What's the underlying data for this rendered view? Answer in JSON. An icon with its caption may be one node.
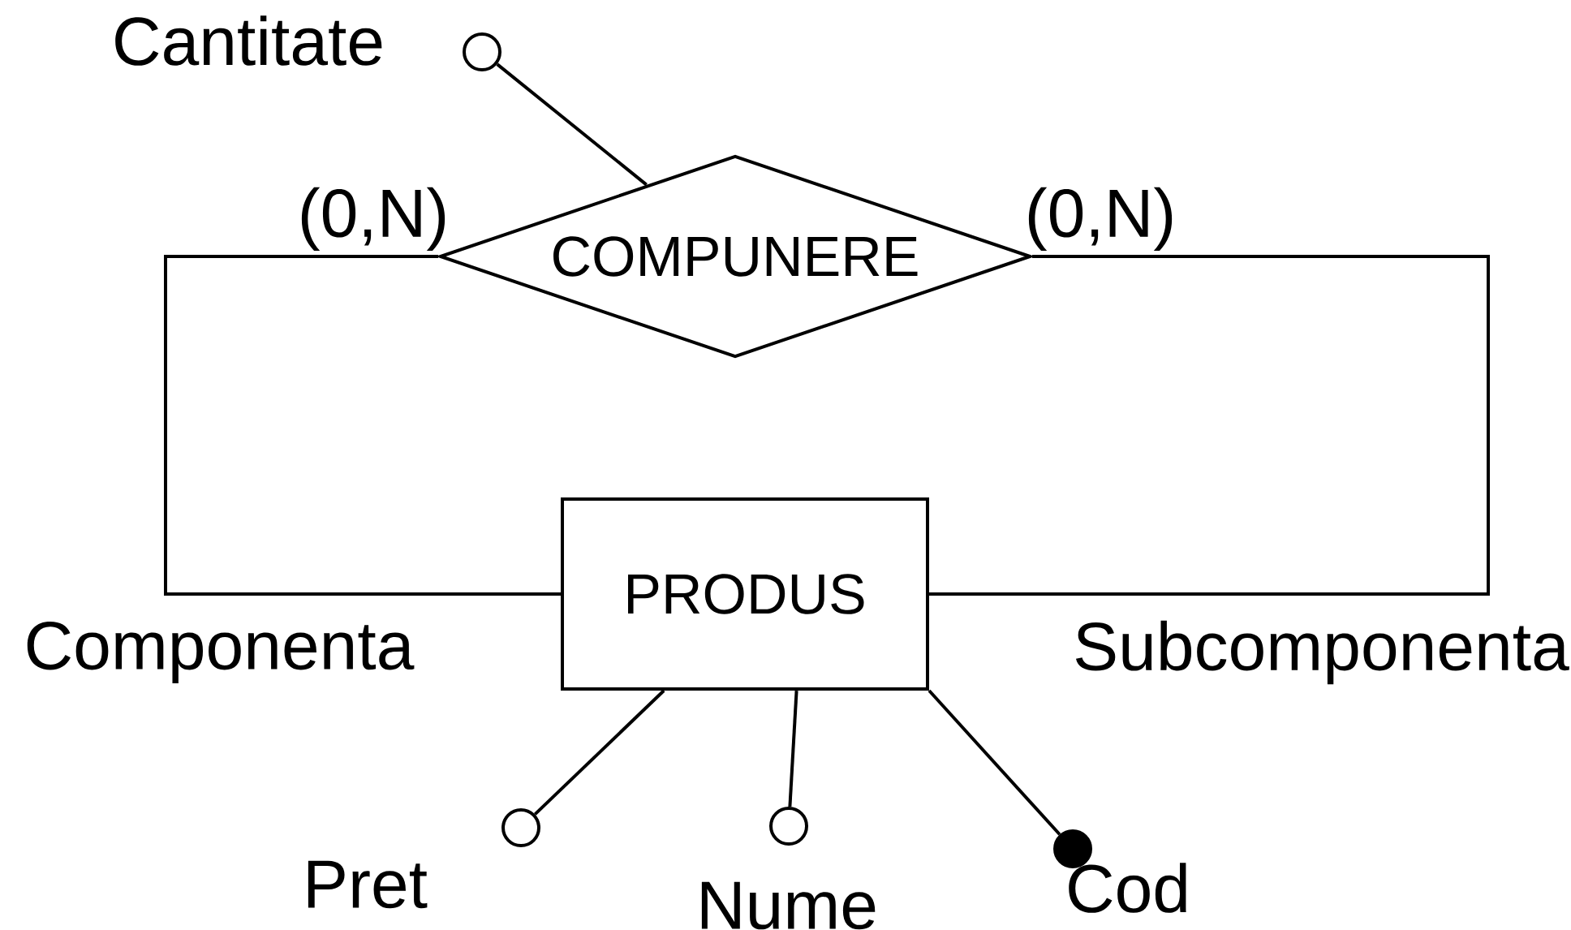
{
  "diagram": {
    "nodes": [
      {
        "text": [
          "COMPUNERE"
        ]
      },
      {
        "text": [
          "PRODUS"
        ]
      },
      {
        "text": [],
        "shape": "circle",
        "beside": [
          "Cantitate"
        ]
      },
      {
        "text": [],
        "shape": "circle",
        "beside": [
          "Pret"
        ]
      },
      {
        "text": [],
        "shape": "circle",
        "beside": [
          "Nume"
        ]
      },
      {
        "text": [],
        "shape": "dot",
        "beside": [
          "Cod"
        ]
      }
    ],
    "edges": [
      {
        "from": 0,
        "to": 2,
        "arrow": "none"
      },
      {
        "from": 0,
        "to": 1,
        "arrow": "none"
      },
      {
        "from": 0,
        "to": 1,
        "arrow": "none"
      },
      {
        "from": 1,
        "to": 3,
        "arrow": "none"
      },
      {
        "from": 1,
        "to": 4,
        "arrow": "none"
      },
      {
        "from": 1,
        "to": 5,
        "arrow": "none"
      }
    ],
    "labels": [
      "(0,N)",
      "(0,N)",
      "Componenta",
      "Subcomponenta"
    ]
  }
}
